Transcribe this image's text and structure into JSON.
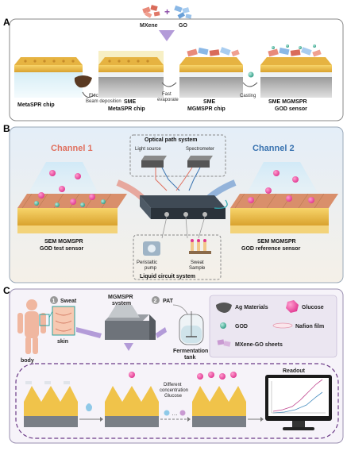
{
  "panel_a": {
    "letter": "A",
    "mxene": "MXene",
    "go": "GO",
    "chip1": "MetaSPR chip",
    "step1": [
      "Electron",
      "Beam deposition"
    ],
    "chip2": [
      "SME",
      "MetaSPR chip"
    ],
    "step2": [
      "Fast",
      "evaporate"
    ],
    "chip3": [
      "SME",
      "MGMSPR chip"
    ],
    "step3": "Casting",
    "chip4": [
      "SME  MGMSPR",
      "GOD sensor"
    ]
  },
  "panel_b": {
    "letter": "B",
    "channel1": "Channel 1",
    "channel2": "Channel 2",
    "optical_title": "Optical path system",
    "light_source": "Light source",
    "spectrometer": "Spectrometer",
    "test_sensor": [
      "SEM MGMSPR",
      "GOD test sensor"
    ],
    "ref_sensor": [
      "SEM MGMSPR",
      "GOD reference sensor"
    ],
    "pump": [
      "Peristaltic",
      "pump"
    ],
    "sample": [
      "Sweat",
      "Sample"
    ],
    "liquid_title": "Liquid circuit system",
    "channel1_color": "#e0705f",
    "channel2_color": "#3a73b0"
  },
  "panel_c": {
    "letter": "C",
    "step1_num": "1",
    "sweat": "Sweat",
    "skin": "skin",
    "body": "body",
    "system": [
      "MGMSPR",
      "system"
    ],
    "step2_num": "2",
    "pat": "PAT",
    "fermentation": [
      "Fermentation",
      "tank"
    ],
    "legend": {
      "ag": "Ag Materials",
      "glucose": "Glucose",
      "god": "GOD",
      "nafion": "Nafion film",
      "mxene_go": "MXene-GO sheets"
    },
    "concentration": [
      "Different",
      "concentration",
      "Glucose"
    ],
    "readout": "Readout"
  }
}
